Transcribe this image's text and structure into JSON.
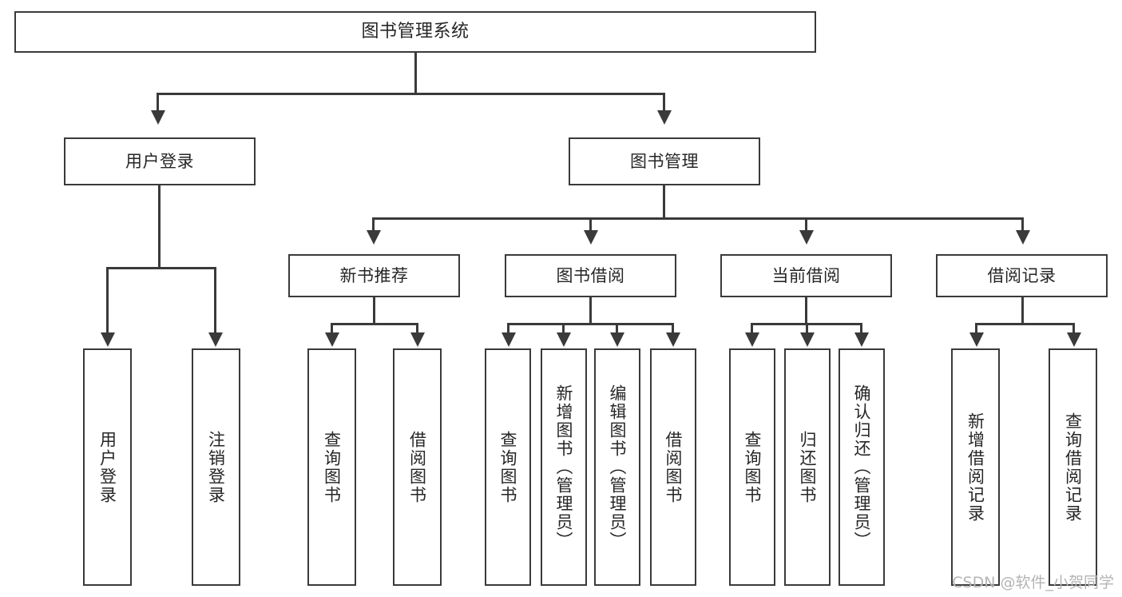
{
  "diagram": {
    "type": "tree",
    "title": "图书管理系统",
    "root": {
      "id": "root",
      "label": "图书管理系统",
      "shape": "horizontal-box"
    },
    "level1": [
      {
        "id": "user-login",
        "label": "用户登录",
        "shape": "horizontal-box"
      },
      {
        "id": "book-manage",
        "label": "图书管理",
        "shape": "horizontal-box"
      }
    ],
    "level2": [
      {
        "id": "new-book-recommend",
        "label": "新书推荐",
        "parent": "book-manage",
        "shape": "horizontal-box"
      },
      {
        "id": "book-borrow",
        "label": "图书借阅",
        "parent": "book-manage",
        "shape": "horizontal-box"
      },
      {
        "id": "current-borrow",
        "label": "当前借阅",
        "parent": "book-manage",
        "shape": "horizontal-box"
      },
      {
        "id": "borrow-record",
        "label": "借阅记录",
        "parent": "book-manage",
        "shape": "horizontal-box"
      }
    ],
    "leaves": [
      {
        "id": "leaf-user-login",
        "label": "用户登录",
        "parent": "user-login"
      },
      {
        "id": "leaf-logout",
        "label": "注销登录",
        "parent": "user-login"
      },
      {
        "id": "leaf-query-book-1",
        "label": "查询图书",
        "parent": "new-book-recommend"
      },
      {
        "id": "leaf-borrow-book-1",
        "label": "借阅图书",
        "parent": "new-book-recommend"
      },
      {
        "id": "leaf-query-book-2",
        "label": "查询图书",
        "parent": "book-borrow"
      },
      {
        "id": "leaf-add-book",
        "label": "新增图书（管理员）",
        "parent": "book-borrow"
      },
      {
        "id": "leaf-edit-book",
        "label": "编辑图书（管理员）",
        "parent": "book-borrow"
      },
      {
        "id": "leaf-borrow-book-2",
        "label": "借阅图书",
        "parent": "book-borrow"
      },
      {
        "id": "leaf-query-book-3",
        "label": "查询图书",
        "parent": "current-borrow"
      },
      {
        "id": "leaf-return-book",
        "label": "归还图书",
        "parent": "current-borrow"
      },
      {
        "id": "leaf-confirm-return",
        "label": "确认归还（管理员）",
        "parent": "current-borrow"
      },
      {
        "id": "leaf-add-record",
        "label": "新增借阅记录",
        "parent": "borrow-record"
      },
      {
        "id": "leaf-query-record",
        "label": "查询借阅记录",
        "parent": "borrow-record"
      }
    ],
    "colors": {
      "stroke": "#3a3a3a",
      "fill": "#ffffff",
      "text": "#262626",
      "background": "#ffffff",
      "watermark": "#b4b4b4"
    }
  },
  "watermark": {
    "text": "CSDN @软件_小贺同学"
  }
}
